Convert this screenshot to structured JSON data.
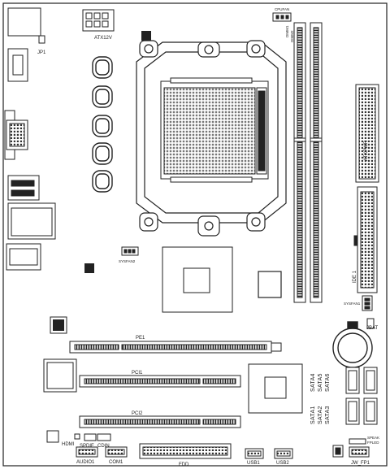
{
  "labels": {
    "atx12v": "ATX12V",
    "cpufan": "CPUFAN",
    "dimm1": "DIMM1",
    "dimm2": "DIMM2",
    "jp1": "JP1",
    "sysfan2": "SYSFAN2",
    "atxpwr": "ATXPWR",
    "ide1": "IDE 1",
    "sysfan1": "SYSFAN1",
    "jbat": "JBAT",
    "pe1": "PE1",
    "pci1": "PCI1",
    "pci2": "PCI2",
    "sata4": "SATA4",
    "sata5": "SATA5",
    "sata6": "SATA6",
    "sata1": "SATA1",
    "sata2": "SATA2",
    "sata3": "SATA3",
    "hdmi": "HDMI",
    "spdif": "SPDIF",
    "cdin": "CDIN",
    "audio1": "AUDIO1",
    "com1": "COM1",
    "fdd": "FDD",
    "usb1": "USB1",
    "usb2": "USB2",
    "jw_fp1": "JW_FP1",
    "speaker": "SPEAK",
    "fpled": "FPLED"
  },
  "colors": {
    "line": "#1a1a1a",
    "fill_dark": "#222222",
    "fill_light": "#ffffff"
  }
}
